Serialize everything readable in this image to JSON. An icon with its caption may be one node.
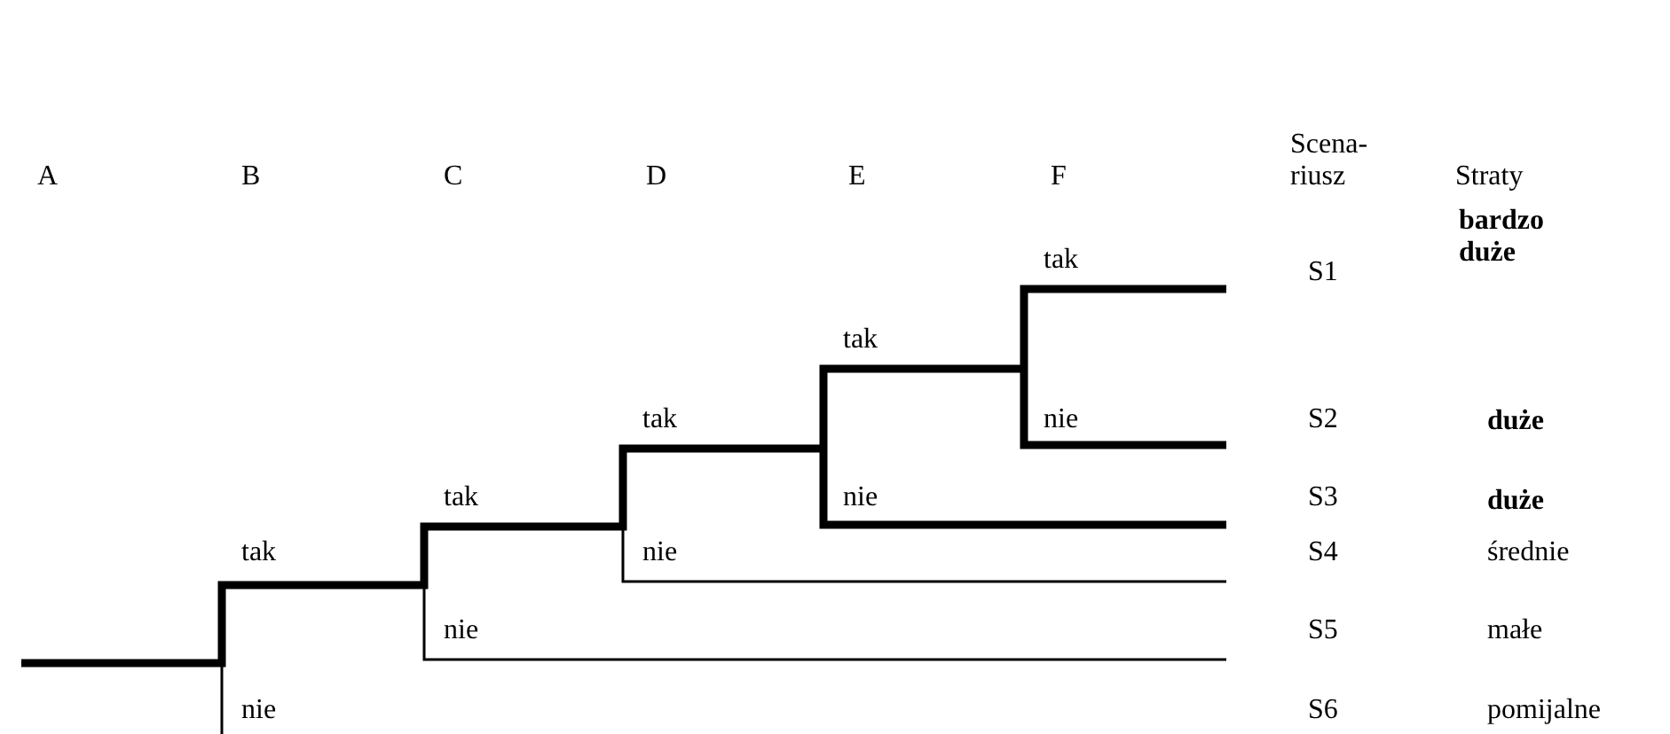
{
  "diagram": {
    "labels": [
      "A",
      "B",
      "C",
      "D",
      "E",
      "F",
      "Scena- riusz",
      "Straty",
      "bardzo duże",
      "tak",
      "S1",
      "tak",
      "tak",
      "nie",
      "S2",
      "duże",
      "tak",
      "nie",
      "S3",
      "duże",
      "tak",
      "nie",
      "S4",
      "średnie",
      "nie",
      "S5",
      "małe",
      "nie",
      "S6",
      "pomijalne"
    ]
  }
}
